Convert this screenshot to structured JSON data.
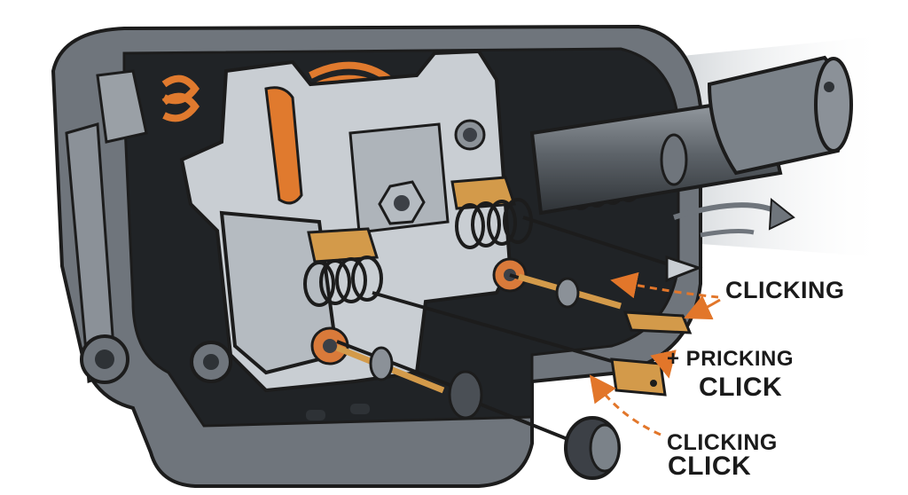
{
  "diagram": {
    "labels": {
      "clicking_top": "CLICKING",
      "pricking": "+ PRICKING",
      "click_mid": "CLICK",
      "clicking_bottom": "CLICKING",
      "click_bottom": "CLICK"
    },
    "colors": {
      "housing": "#6f757c",
      "housing_dark": "#3c4046",
      "plate": "#c9ced3",
      "coil": "#e07a2e",
      "brass": "#d39a4a",
      "arrow": "#e2762a",
      "line": "#1c1c1c"
    }
  }
}
